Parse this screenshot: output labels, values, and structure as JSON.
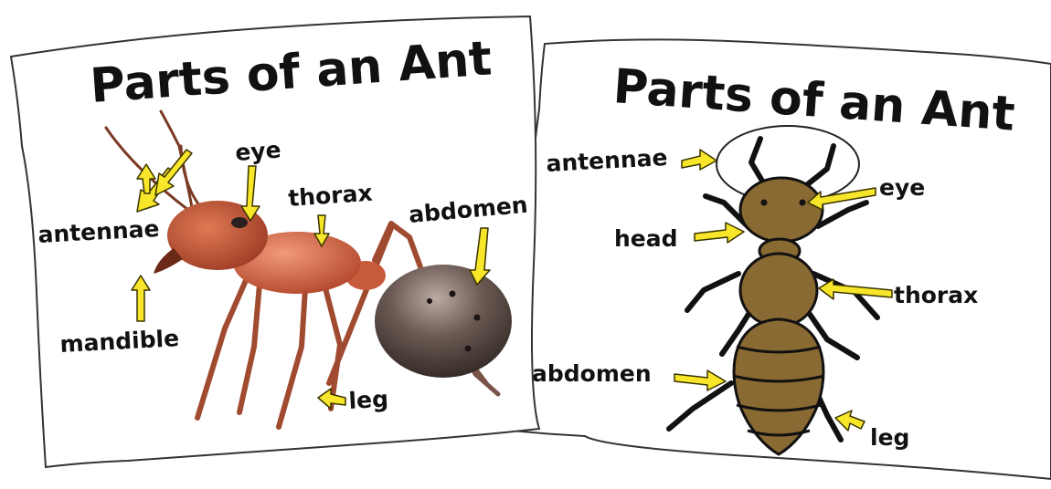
{
  "colors": {
    "arrow_fill": "#f7e629",
    "ant_photo_body": "#b84a2c",
    "ant_photo_abdomen": "#4a3b36",
    "ant_drawing_body": "#8a6a33",
    "outline": "#111111"
  },
  "left_poster": {
    "title": "Parts of an Ant",
    "labels": {
      "antennae": "antennae",
      "eye": "eye",
      "thorax": "thorax",
      "abdomen": "abdomen",
      "mandible": "mandible",
      "leg": "leg"
    }
  },
  "right_poster": {
    "title": "Parts of an Ant",
    "labels": {
      "antennae": "antennae",
      "eye": "eye",
      "head": "head",
      "thorax": "thorax",
      "abdomen": "abdomen",
      "leg": "leg"
    }
  }
}
